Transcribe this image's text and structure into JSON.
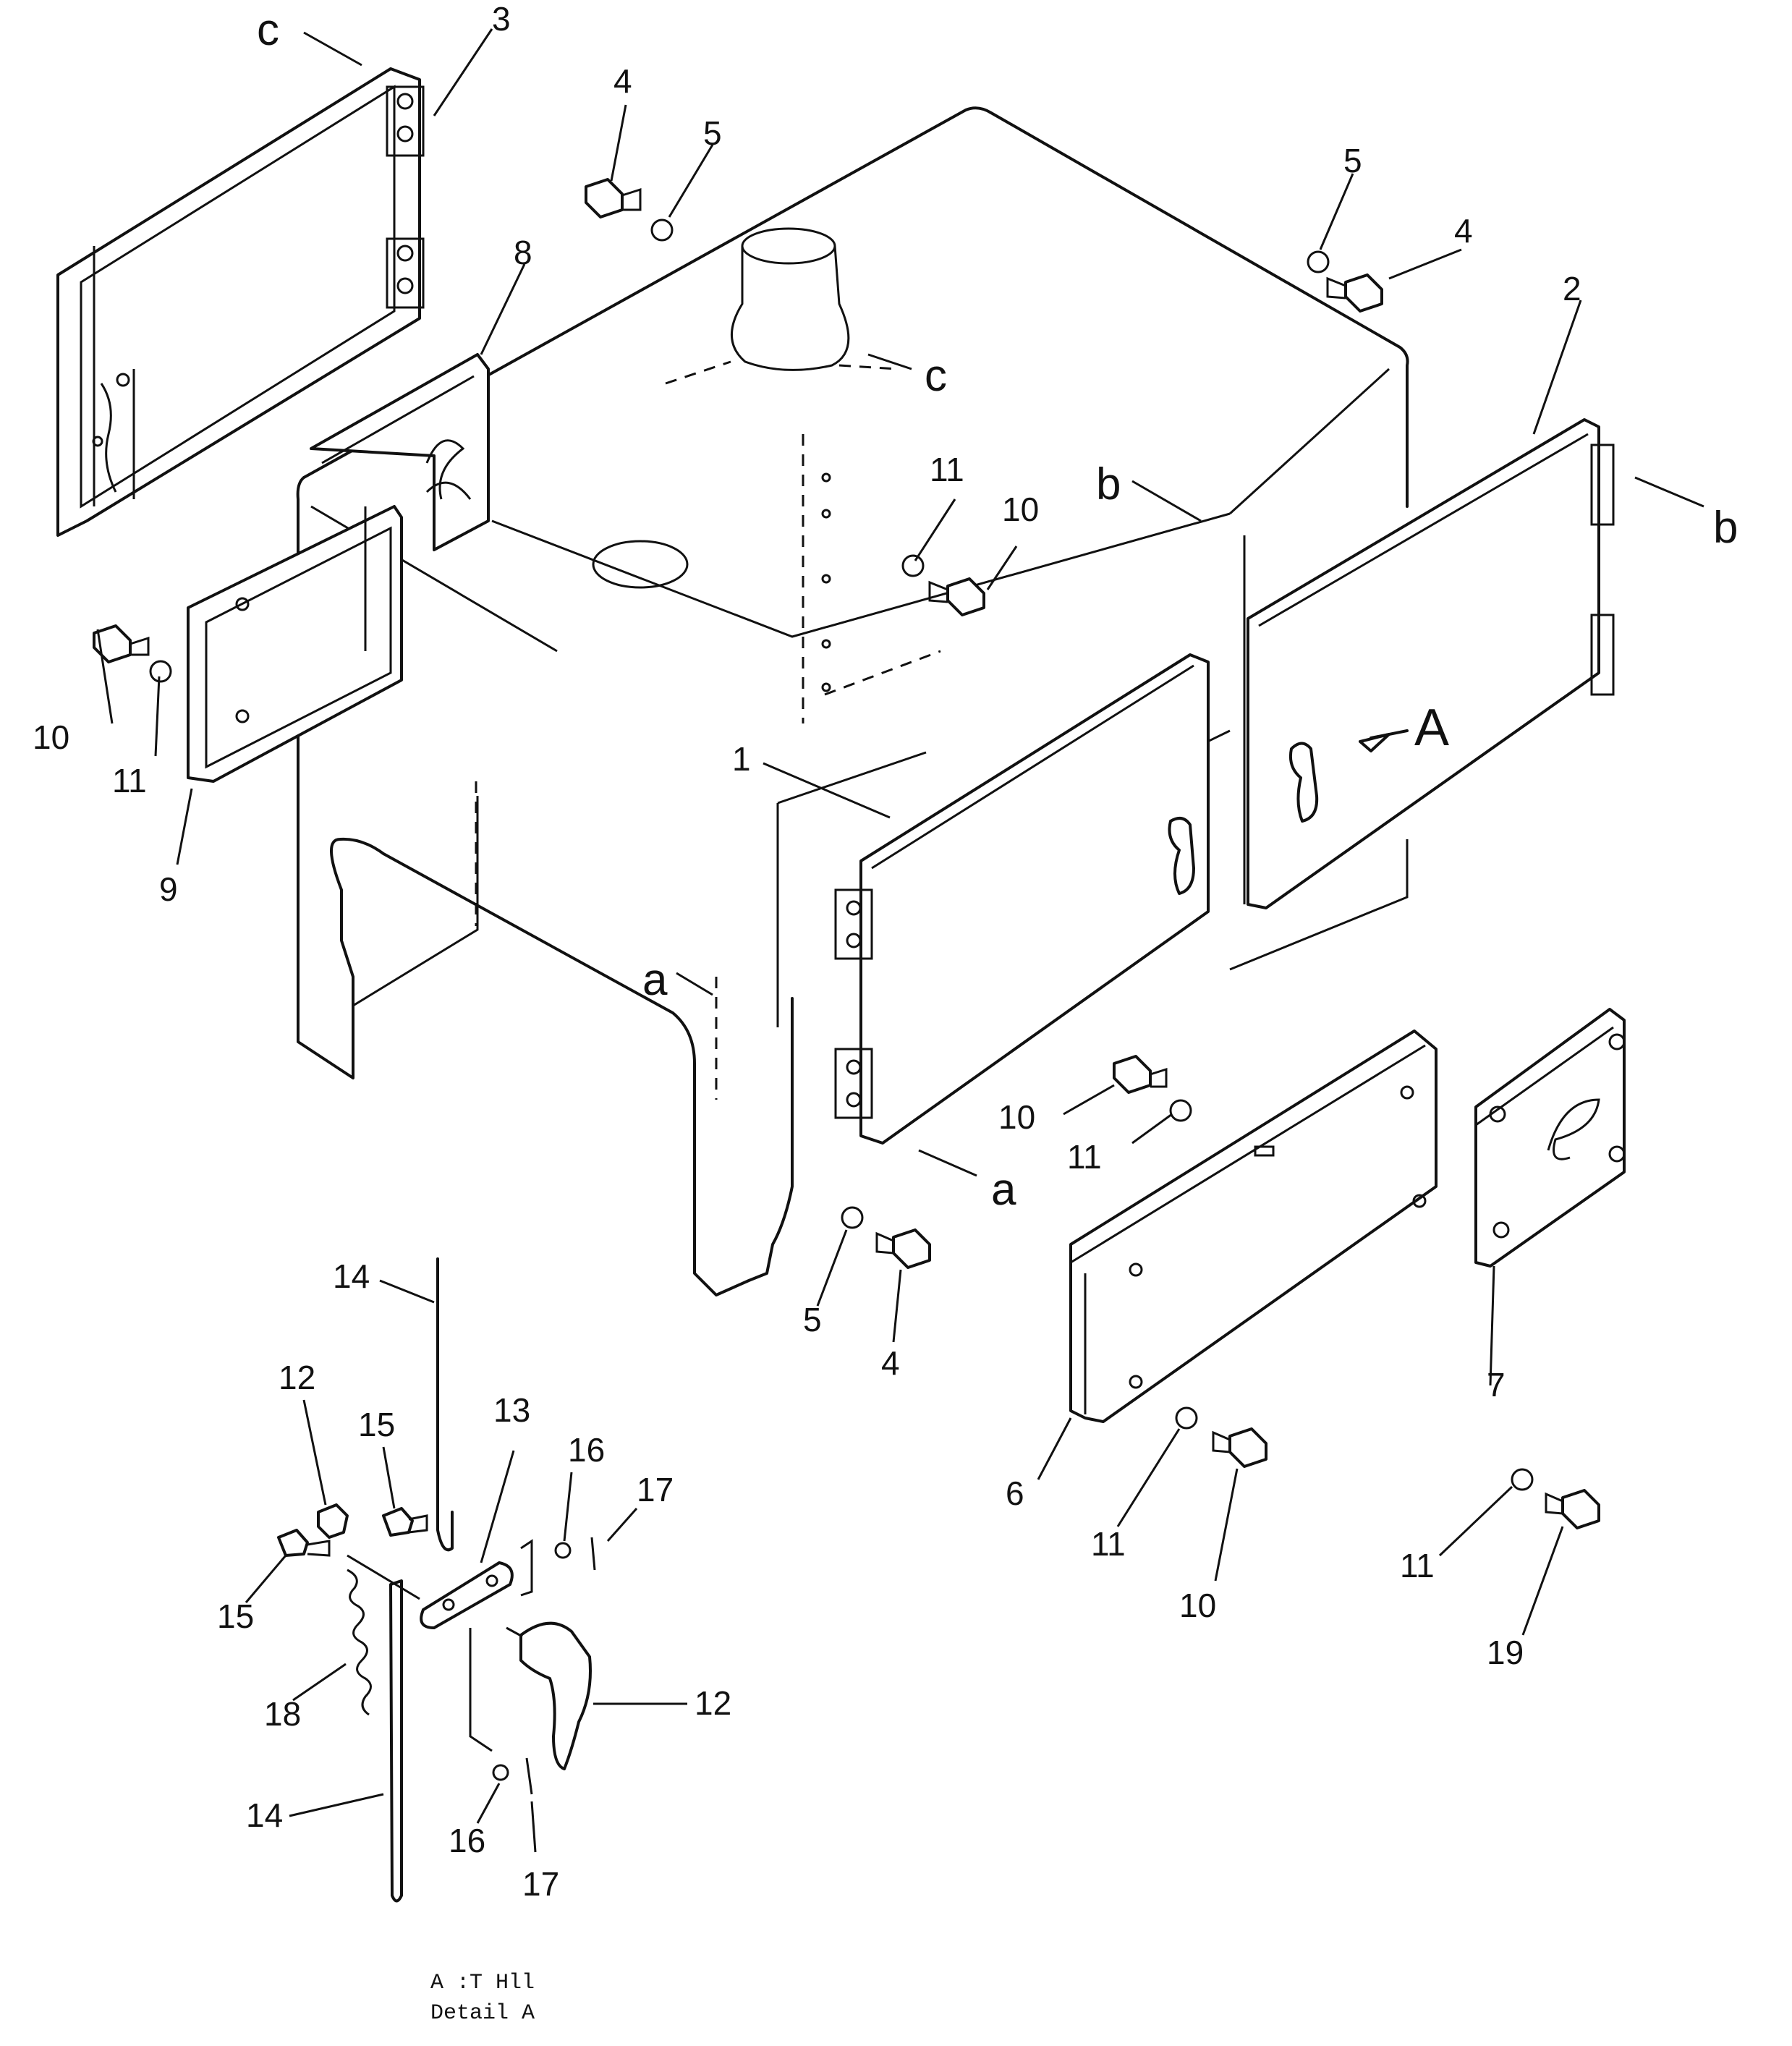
{
  "labels": {
    "n1": "1",
    "n2": "2",
    "n3": "3",
    "n4a": "4",
    "n4b": "4",
    "n4c": "4",
    "n5a": "5",
    "n5b": "5",
    "n5c": "5",
    "n6": "6",
    "n7": "7",
    "n8": "8",
    "n9": "9",
    "n10a": "10",
    "n10b": "10",
    "n10c": "10",
    "n10d": "10",
    "n11a": "11",
    "n11b": "11",
    "n11c": "11",
    "n11d": "11",
    "n11e": "11",
    "n12a": "12",
    "n12b": "12",
    "n13": "13",
    "n14a": "14",
    "n14b": "14",
    "n15a": "15",
    "n15b": "15",
    "n16a": "16",
    "n16b": "16",
    "n17a": "17",
    "n17b": "17",
    "n18": "18",
    "n19": "19"
  },
  "refs": {
    "c_top": "c",
    "c_mid": "c",
    "b_left": "b",
    "b_right": "b",
    "a_left": "a",
    "a_right": "a",
    "detail_arrow": "A"
  },
  "caption": {
    "line1": "A :T Hll",
    "line2": "Detail A"
  }
}
